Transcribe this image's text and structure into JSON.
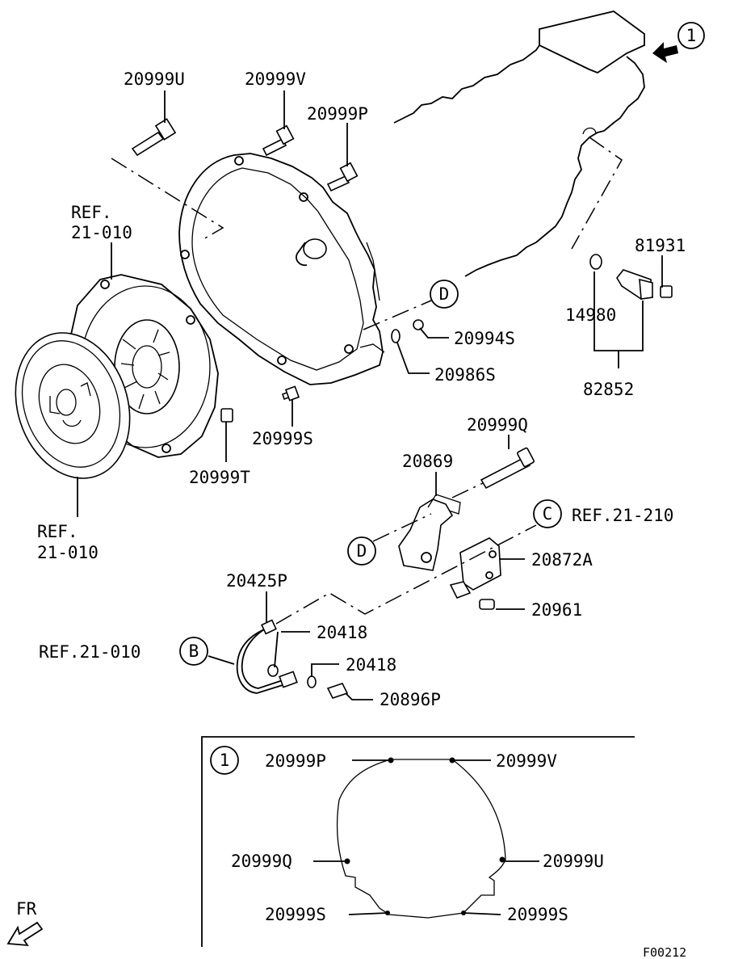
{
  "circle_labels": {
    "view_marker": "1",
    "d_upper": "D",
    "d_lower": "D",
    "c": "C",
    "b": "B",
    "inset_marker": "1"
  },
  "part_labels": {
    "p20999U": "20999U",
    "p20999V": "20999V",
    "p20999P": "20999P",
    "ref_upper_1": "REF.",
    "ref_upper_2": "21-010",
    "p81931": "81931",
    "p14980": "14980",
    "p82852": "82852",
    "p20994S": "20994S",
    "p20986S": "20986S",
    "p20999S": "20999S",
    "p20999T": "20999T",
    "ref_lower_1": "REF.",
    "ref_lower_2": "21-010",
    "p20999Q": "20999Q",
    "p20869": "20869",
    "ref_c": "REF.21-210",
    "p20872A": "20872A",
    "p20961": "20961",
    "p20425P": "20425P",
    "p20418_a": "20418",
    "ref_b": "REF.21-010",
    "p20418_b": "20418",
    "p20896P": "20896P"
  },
  "inset_labels": {
    "top_left": "20999P",
    "top_right": "20999V",
    "mid_left": "20999Q",
    "mid_right": "20999U",
    "bottom_left": "20999S",
    "bottom_right": "20999S"
  },
  "front_label": "FR",
  "figure_code": "F00212"
}
